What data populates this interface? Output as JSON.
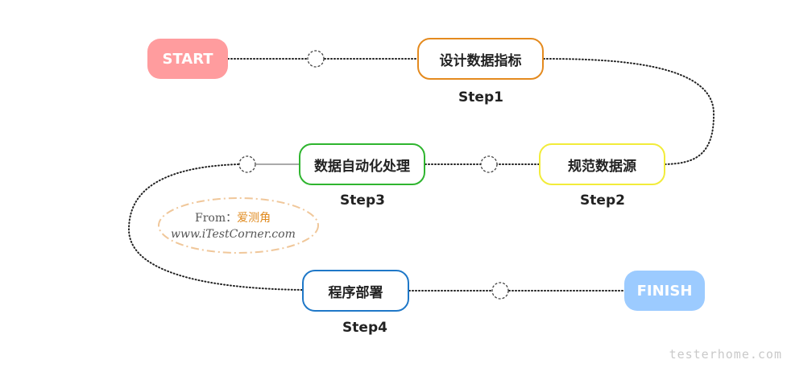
{
  "nodes": {
    "start": "START",
    "finish": "FINISH",
    "step1_box": "设计数据指标",
    "step2_box": "规范数据源",
    "step3_box": "数据自动化处理",
    "step4_box": "程序部署"
  },
  "steps": {
    "step1": "Step1",
    "step2": "Step2",
    "step3": "Step3",
    "step4": "Step4"
  },
  "stamp": {
    "from_label": "From：",
    "brand": "爱测角",
    "url": "www.iTestCorner.com"
  },
  "watermark": "testerhome.com",
  "colors": {
    "start_fill": "#ff9c9e",
    "finish_fill": "#9ccbff",
    "step1_border": "#e48a1e",
    "step2_border": "#f2ec3a",
    "step3_border": "#2fb52f",
    "step4_border": "#1f78c8",
    "stamp_outline": "#f0c79a"
  }
}
